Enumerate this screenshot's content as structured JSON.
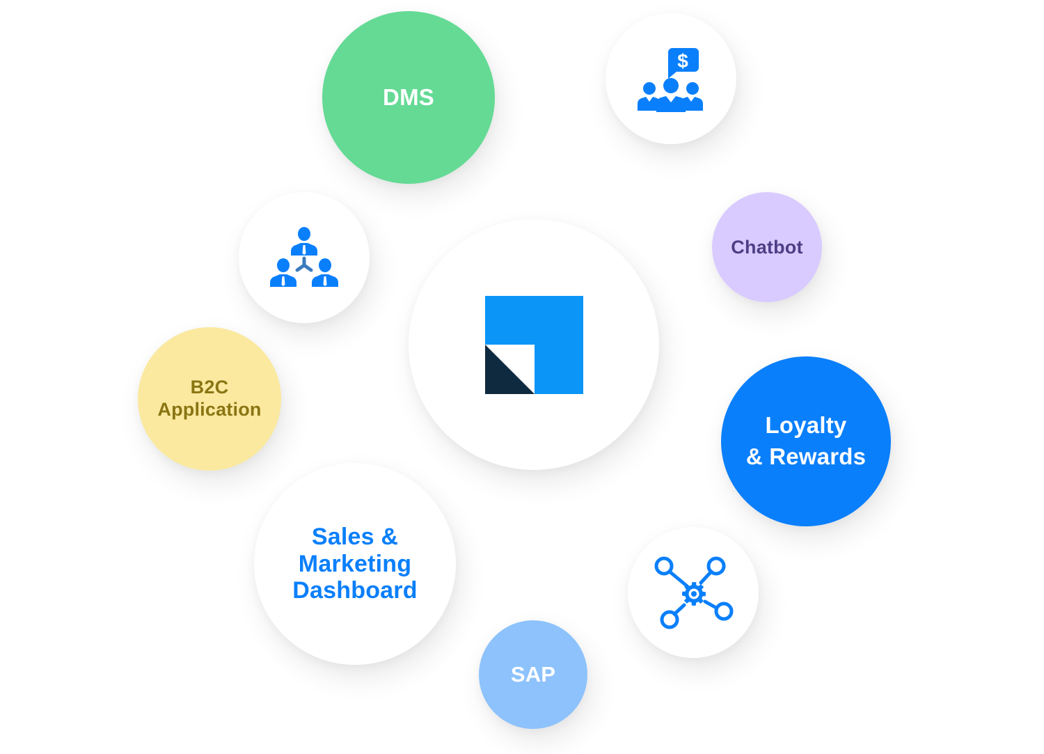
{
  "diagram": {
    "title": "",
    "center": {
      "name": "platform-logo",
      "colors": {
        "primary": "#0b95f7",
        "dark": "#0f2a3f",
        "cut": "#ffffff",
        "background": "#ffffff"
      }
    },
    "nodes": [
      {
        "id": "dms",
        "label": "DMS",
        "type": "text",
        "background": "#64da94",
        "text_color": "#ffffff"
      },
      {
        "id": "dollar",
        "label": "",
        "type": "icon",
        "icon": "team-money-chat-icon",
        "background": "#ffffff",
        "icon_color": "#0a7ffb"
      },
      {
        "id": "team",
        "label": "",
        "type": "icon",
        "icon": "team-hierarchy-icon",
        "background": "#ffffff",
        "icon_color": "#0a7ffb",
        "accent_color": "#3a7bbd"
      },
      {
        "id": "chatbot",
        "label": "Chatbot",
        "type": "text",
        "background": "#d9cbff",
        "text_color": "#4d3f85"
      },
      {
        "id": "b2c",
        "label": "B2C\nApplication",
        "type": "text",
        "background": "#fbe9a0",
        "text_color": "#8a7513"
      },
      {
        "id": "loyalty",
        "label": "Loyalty\n& Rewards",
        "type": "text",
        "background": "#0a7ffb",
        "text_color": "#ffffff"
      },
      {
        "id": "sales",
        "label": "Sales &\nMarketing\nDashboard",
        "type": "text",
        "background": "#ffffff",
        "text_color": "#0a7ffb"
      },
      {
        "id": "network",
        "label": "",
        "type": "icon",
        "icon": "gear-network-icon",
        "background": "#ffffff",
        "icon_color": "#0a7ffb"
      },
      {
        "id": "sap",
        "label": "SAP",
        "type": "text",
        "background": "#8dc2fc",
        "text_color": "#ffffff"
      }
    ]
  }
}
